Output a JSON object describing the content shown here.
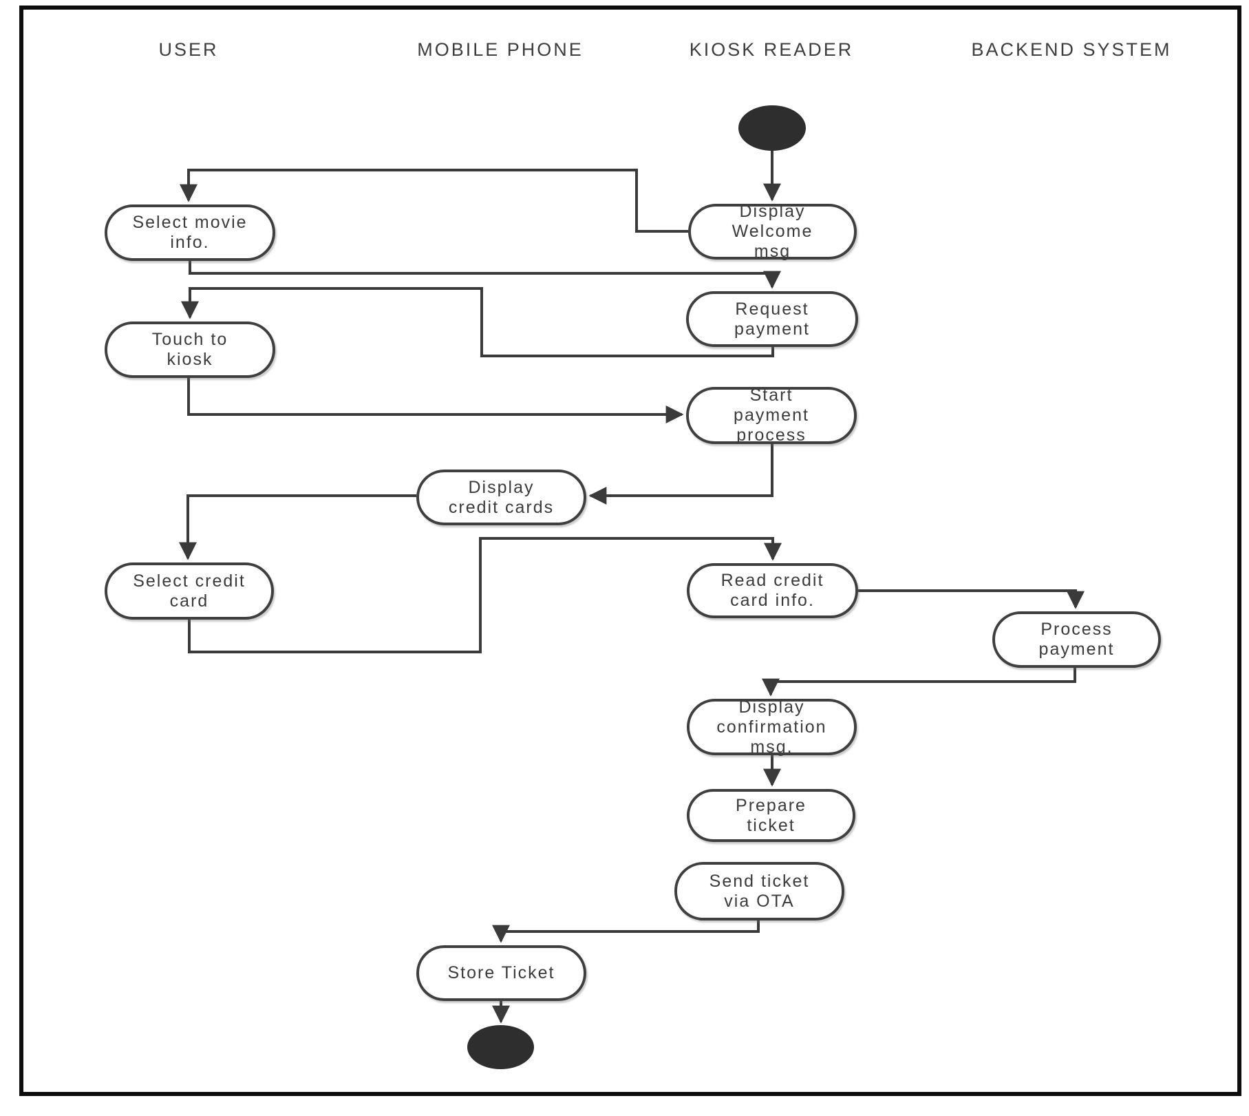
{
  "diagram": {
    "type": "uml-activity-swimlane",
    "lanes": [
      {
        "label": "USER"
      },
      {
        "label": "MOBILE PHONE"
      },
      {
        "label": "KIOSK READER"
      },
      {
        "label": "BACKEND SYSTEM"
      }
    ],
    "nodes": [
      {
        "id": "initial-node",
        "lane": "KIOSK READER",
        "type": "initial",
        "label": ""
      },
      {
        "id": "display-welcome-msg",
        "lane": "KIOSK READER",
        "type": "action",
        "label": "Display\nWelcome\nmsg"
      },
      {
        "id": "select-movie-info",
        "lane": "USER",
        "type": "action",
        "label": "Select movie\ninfo."
      },
      {
        "id": "request-payment",
        "lane": "KIOSK READER",
        "type": "action",
        "label": "Request\npayment"
      },
      {
        "id": "touch-to-kiosk",
        "lane": "USER",
        "type": "action",
        "label": "Touch to\nkiosk"
      },
      {
        "id": "start-payment-process",
        "lane": "KIOSK READER",
        "type": "action",
        "label": "Start\npayment\nprocess"
      },
      {
        "id": "display-credit-cards",
        "lane": "MOBILE PHONE",
        "type": "action",
        "label": "Display\ncredit cards"
      },
      {
        "id": "select-credit-card",
        "lane": "USER",
        "type": "action",
        "label": "Select credit\ncard"
      },
      {
        "id": "read-credit-card-info",
        "lane": "KIOSK READER",
        "type": "action",
        "label": "Read credit\ncard info."
      },
      {
        "id": "process-payment",
        "lane": "BACKEND SYSTEM",
        "type": "action",
        "label": "Process\npayment"
      },
      {
        "id": "display-confirmation-msg",
        "lane": "KIOSK READER",
        "type": "action",
        "label": "Display\nconfirmation\nmsg."
      },
      {
        "id": "prepare-ticket",
        "lane": "KIOSK READER",
        "type": "action",
        "label": "Prepare\nticket"
      },
      {
        "id": "send-ticket-via-ota",
        "lane": "KIOSK READER",
        "type": "action",
        "label": "Send ticket\nvia OTA"
      },
      {
        "id": "store-ticket",
        "lane": "MOBILE PHONE",
        "type": "action",
        "label": "Store Ticket"
      },
      {
        "id": "final-node",
        "lane": "MOBILE PHONE",
        "type": "final",
        "label": ""
      }
    ],
    "edges": [
      {
        "from": "initial-node",
        "to": "display-welcome-msg"
      },
      {
        "from": "display-welcome-msg",
        "to": "select-movie-info"
      },
      {
        "from": "select-movie-info",
        "to": "request-payment"
      },
      {
        "from": "request-payment",
        "to": "touch-to-kiosk"
      },
      {
        "from": "touch-to-kiosk",
        "to": "start-payment-process"
      },
      {
        "from": "start-payment-process",
        "to": "display-credit-cards"
      },
      {
        "from": "display-credit-cards",
        "to": "select-credit-card"
      },
      {
        "from": "select-credit-card",
        "to": "read-credit-card-info"
      },
      {
        "from": "read-credit-card-info",
        "to": "process-payment"
      },
      {
        "from": "process-payment",
        "to": "display-confirmation-msg"
      },
      {
        "from": "display-confirmation-msg",
        "to": "prepare-ticket"
      },
      {
        "from": "send-ticket-via-ota",
        "to": "store-ticket"
      },
      {
        "from": "store-ticket",
        "to": "final-node"
      }
    ],
    "colors": {
      "background": "#ffffff",
      "frame": "#0d0d0d",
      "line": "#3a3a3a",
      "node_border": "#3f3f3f",
      "node_fill": "#ffffff",
      "terminal_fill": "#2e2e2e",
      "text": "#3b3b3b"
    }
  }
}
